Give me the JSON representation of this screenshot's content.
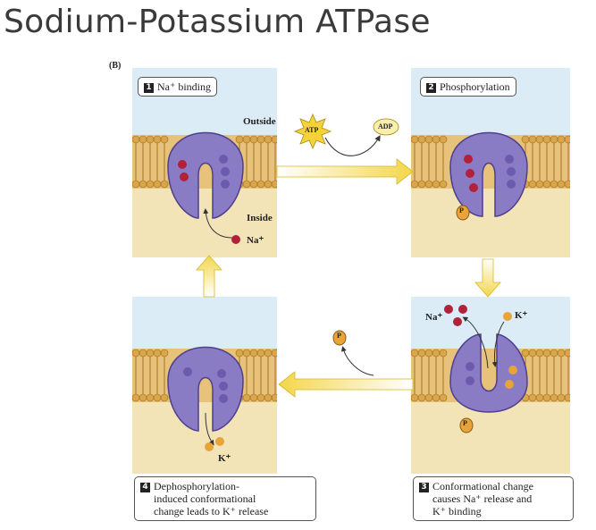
{
  "title": "Sodium-Potassium ATPase",
  "panel_letter": "(B)",
  "steps": [
    {
      "num": "1",
      "title": "Na⁺ binding"
    },
    {
      "num": "2",
      "title": "Phosphorylation"
    },
    {
      "num": "3",
      "title": "Conformational change causes Na⁺ release and K⁺ binding",
      "lines": [
        "Conformational change",
        "causes Na⁺ release and",
        "K⁺ binding"
      ]
    },
    {
      "num": "4",
      "title": "Dephosphorylation-induced conformational change leads to K⁺ release",
      "lines": [
        "Dephosphorylation-",
        "induced conformational",
        "change leads to K⁺ release"
      ]
    }
  ],
  "labels": {
    "outside": "Outside",
    "inside": "Inside",
    "na_ion": "Na⁺",
    "k_ion": "K⁺",
    "atp": "ATP",
    "adp": "ADP",
    "phosphate": "P"
  },
  "colors": {
    "protein": "#8a7cc4",
    "protein_dark": "#4e3f8f",
    "sodium": "#b3203a",
    "potassium": "#e8a33a",
    "membrane_head": "#d9a64a",
    "membrane_tail": "#c48a2c",
    "outside_bg": "#dcecf6",
    "inside_bg": "#f3e4b8",
    "arrow": "#f3d64a"
  }
}
